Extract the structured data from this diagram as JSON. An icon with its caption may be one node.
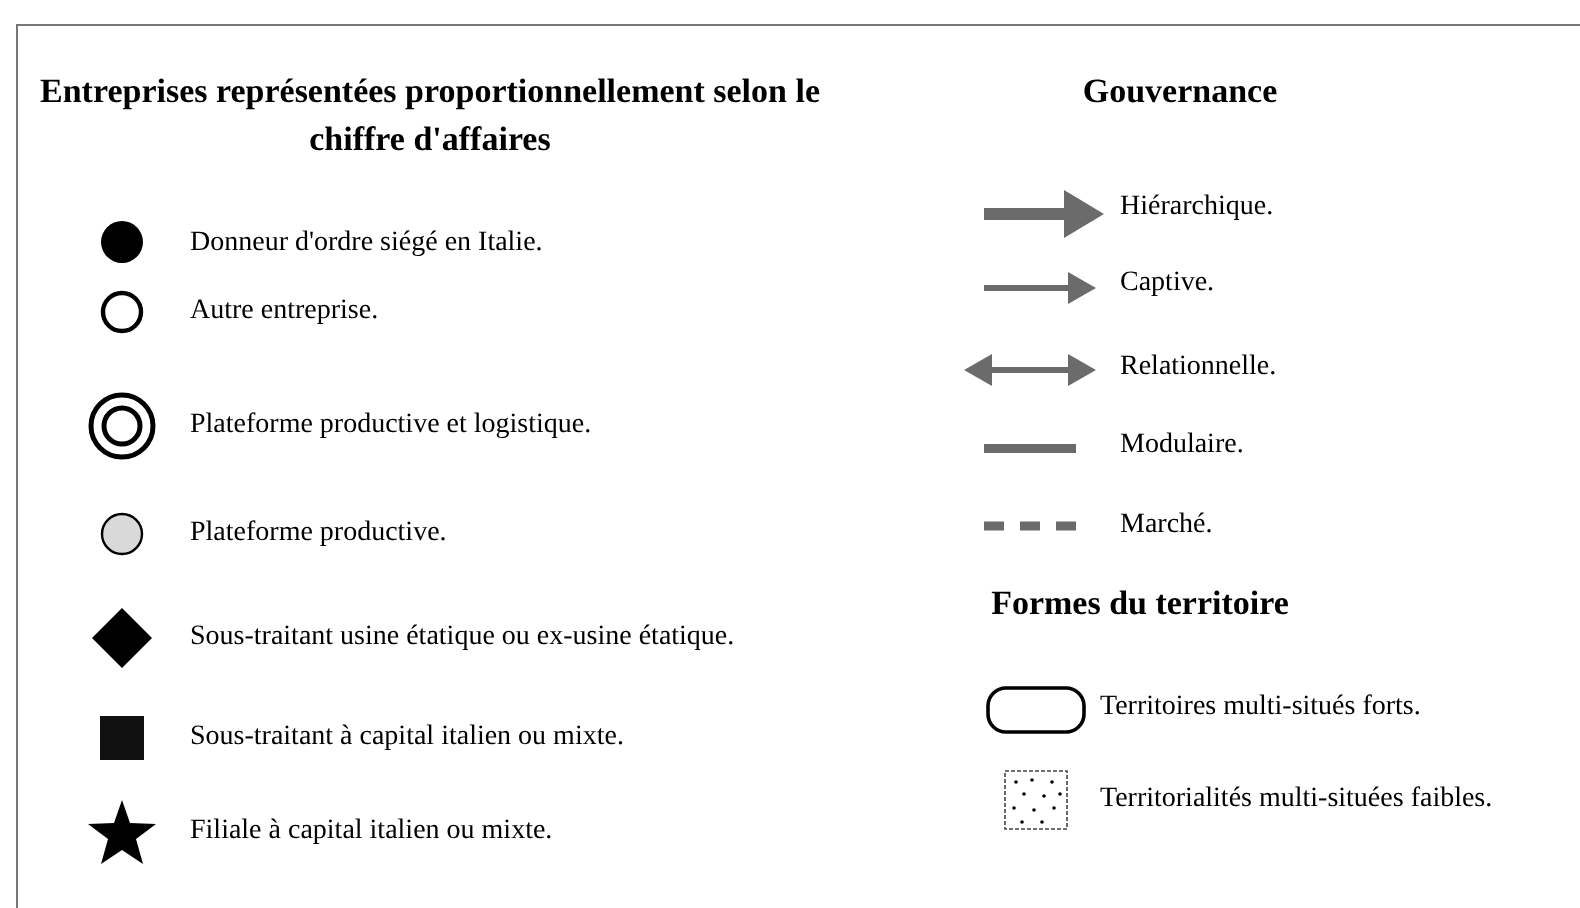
{
  "diagram": {
    "labels": [
      "Entreprises représentées proportionnellement selon le chiffre d'affaires",
      "Gouvernance",
      "Formes du territoire"
    ],
    "legend": [
      {
        "text": "Donneur d'ordre siégé en Italie."
      },
      {
        "text": "Autre entreprise."
      },
      {
        "text": "Plateforme productive et logistique."
      },
      {
        "text": "Plateforme productive."
      },
      {
        "text": "Sous-traitant usine étatique ou ex-usine étatique."
      },
      {
        "text": "Sous-traitant à capital italien ou mixte."
      },
      {
        "text": "Filiale à capital italien ou mixte."
      },
      {
        "text": "Hiérarchique."
      },
      {
        "text": "Captive."
      },
      {
        "text": "Relationnelle."
      },
      {
        "text": "Modulaire."
      },
      {
        "text": "Marché."
      },
      {
        "text": "Territoires multi-situés forts."
      },
      {
        "text": "Territorialités multi-situées faibles."
      }
    ]
  }
}
